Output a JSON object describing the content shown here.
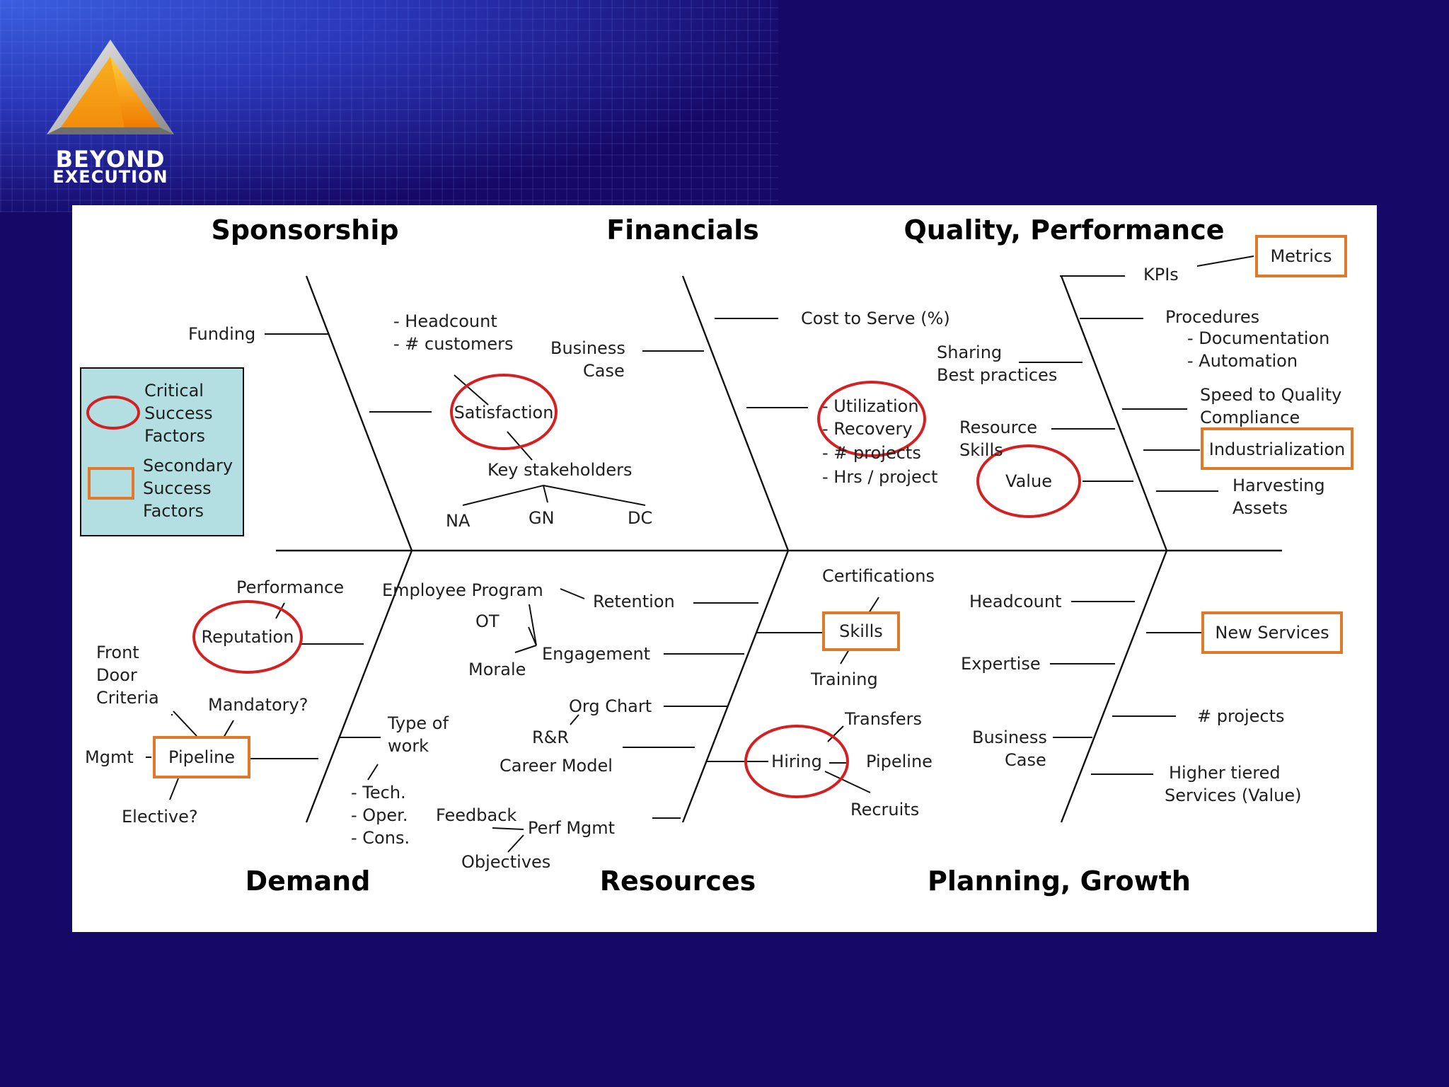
{
  "logo": {
    "line1": "BEYOND",
    "line2": "EXECUTION"
  },
  "colors": {
    "background": "#160866",
    "panel": "#ffffff",
    "critical_circle": "#d42020",
    "secondary_box": "#e07a2a",
    "legend_fill": "#b4dfe2"
  },
  "categories": {
    "sponsorship": "Sponsorship",
    "financials": "Financials",
    "quality": "Quality, Performance",
    "demand": "Demand",
    "resources": "Resources",
    "planning": "Planning, Growth"
  },
  "legend": {
    "critical": [
      "Critical",
      "Success",
      "Factors"
    ],
    "secondary": [
      "Secondary",
      "Success",
      "Factors"
    ]
  },
  "sponsorship": {
    "funding": "Funding",
    "headcount": "- Headcount",
    "customers": "- # customers",
    "satisfaction": "Satisfaction",
    "key_stakeholders": "Key stakeholders",
    "na": "NA",
    "gn": "GN",
    "dc": "DC"
  },
  "financials": {
    "business": "Business",
    "case": "Case",
    "cost_to_serve": "Cost to Serve (%)",
    "utilization": "- Utilization",
    "recovery": "- Recovery",
    "projects": "- # projects",
    "hrs_project": "- Hrs / project"
  },
  "quality": {
    "metrics": "Metrics",
    "kpis": "KPIs",
    "procedures": "Procedures",
    "documentation": "- Documentation",
    "automation": "- Automation",
    "sharing": "Sharing",
    "best_practices": "Best practices",
    "speed_to_quality": "Speed to Quality",
    "compliance": "Compliance",
    "resource": "Resource",
    "skills": "Skills",
    "industrialization": "Industrialization",
    "value": "Value",
    "harvesting": "Harvesting",
    "assets": "Assets"
  },
  "demand": {
    "performance": "Performance",
    "reputation": "Reputation",
    "front": "Front",
    "door": "Door",
    "criteria": "Criteria",
    "mandatory": "Mandatory?",
    "mgmt": "Mgmt",
    "pipeline": "Pipeline",
    "elective": "Elective?",
    "type_of": "Type of",
    "work": "work",
    "tech": "- Tech.",
    "oper": "- Oper.",
    "cons": "- Cons."
  },
  "resources": {
    "employee_program": "Employee Program",
    "retention": "Retention",
    "ot": "OT",
    "engagement": "Engagement",
    "morale": "Morale",
    "org_chart": "Org Chart",
    "rr": "R&R",
    "career_model": "Career Model",
    "feedback": "Feedback",
    "perf_mgmt": "Perf Mgmt",
    "objectives": "Objectives",
    "certifications": "Certifications",
    "skills": "Skills",
    "training": "Training",
    "transfers": "Transfers",
    "hiring": "Hiring",
    "pipeline": "Pipeline",
    "recruits": "Recruits"
  },
  "planning": {
    "headcount": "Headcount",
    "new_services": "New Services",
    "expertise": "Expertise",
    "projects": "# projects",
    "business": "Business",
    "case": "Case",
    "higher_tiered": "Higher tiered",
    "services_value": "Services (Value)"
  }
}
